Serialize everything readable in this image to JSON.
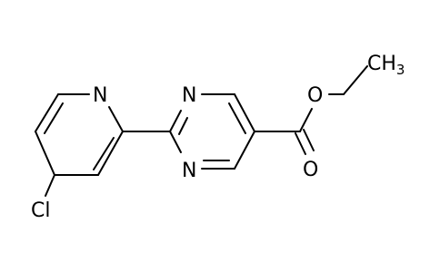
{
  "molecule": {
    "atoms": {
      "n_pyridine": "N",
      "n_pyrimidine_top": "N",
      "n_pyrimidine_bottom": "N",
      "o_ester": "O",
      "o_carbonyl": "O",
      "cl": "Cl",
      "methyl_c": "CH",
      "methyl_sub": "3"
    }
  }
}
